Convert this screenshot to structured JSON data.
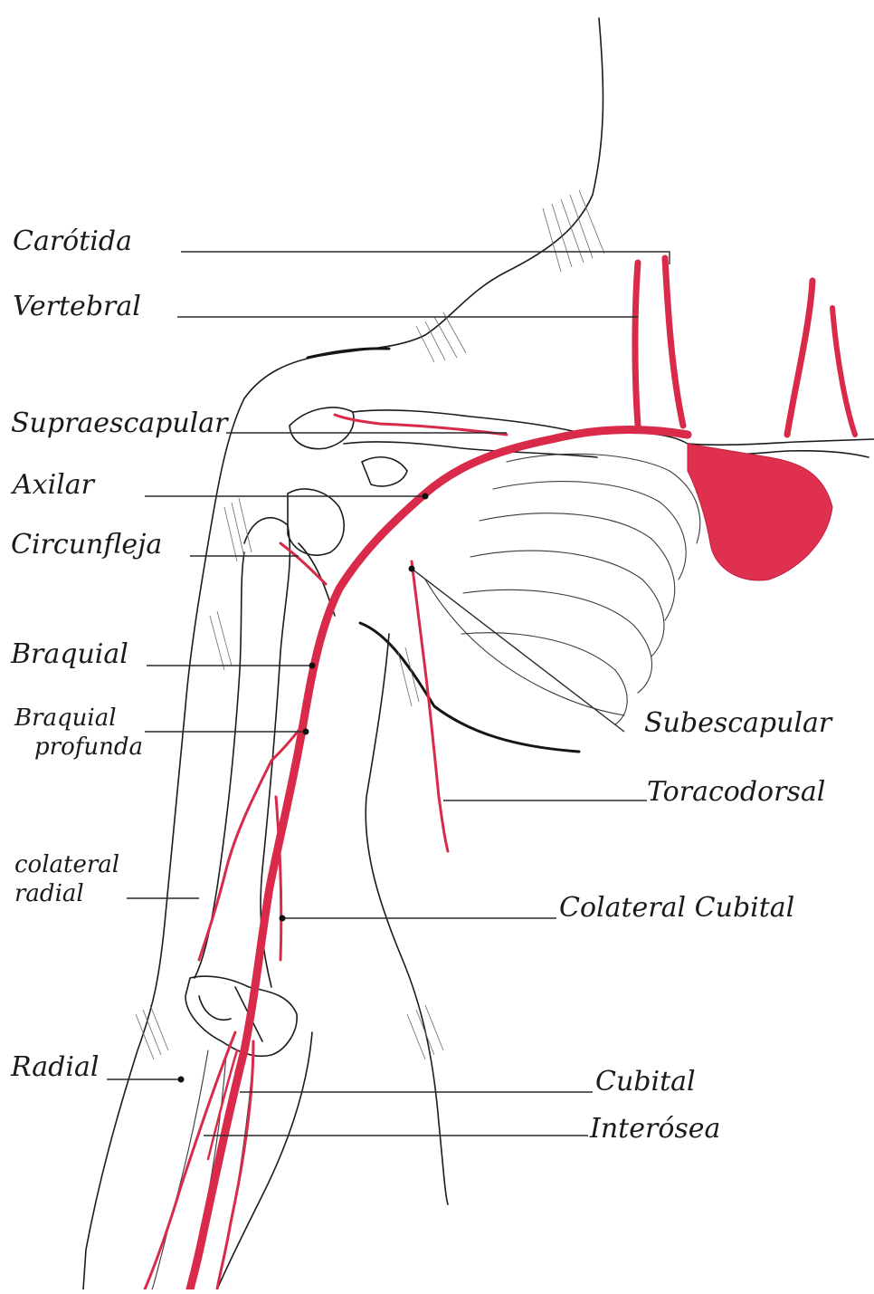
{
  "colors": {
    "artery": "#d92a4a",
    "ink": "#1c1c1c",
    "paper": "#ffffff"
  },
  "labels": {
    "carotida": "Carótida",
    "vertebral": "Vertebral",
    "supraescapular": "Supraescapular",
    "axilar": "Axilar",
    "circunfleja": "Circunfleja",
    "braquial": "Braquial",
    "braquial_profunda_1": "Braquial",
    "braquial_profunda_2": "profunda",
    "colateral_radial_1": "colateral",
    "colateral_radial_2": "radial",
    "radial": "Radial",
    "subescapular": "Subescapular",
    "toracodorsal": "Toracodorsal",
    "colateral_cubital": "Colateral Cubital",
    "cubital": "Cubital",
    "interosea": "Interósea"
  }
}
